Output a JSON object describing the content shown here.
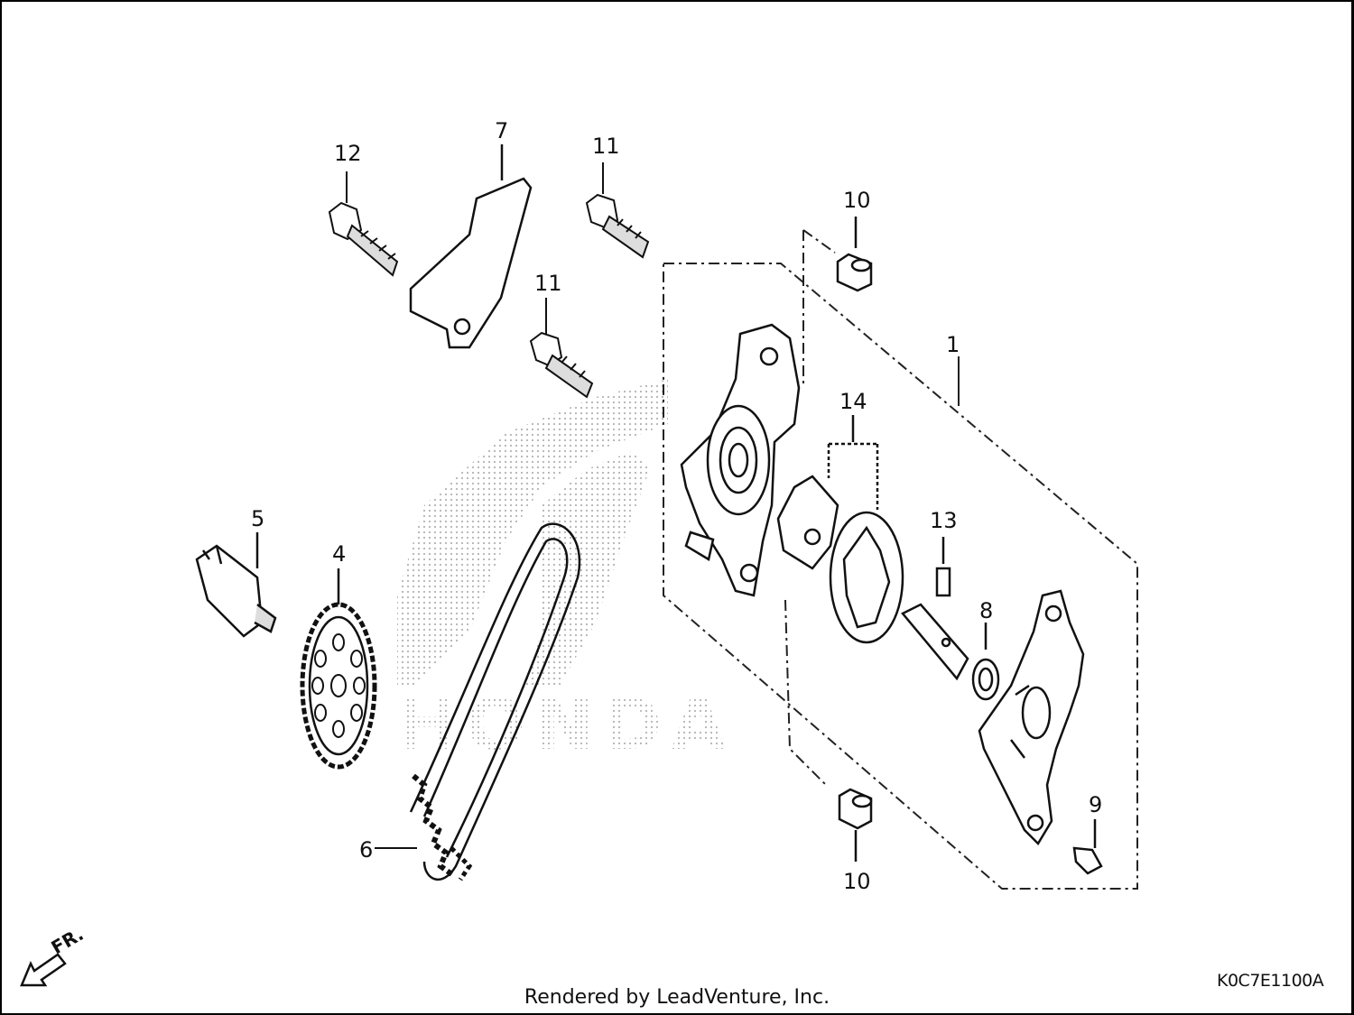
{
  "callouts": {
    "c1": "1",
    "c4": "4",
    "c5": "5",
    "c6": "6",
    "c7": "7",
    "c8": "8",
    "c9": "9",
    "c10a": "10",
    "c10b": "10",
    "c11a": "11",
    "c11b": "11",
    "c12": "12",
    "c13": "13",
    "c14": "14"
  },
  "watermark": "HONDA",
  "front_marker": "FR.",
  "diagram_code": "K0C7E1100A",
  "credit": "Rendered by LeadVenture, Inc."
}
